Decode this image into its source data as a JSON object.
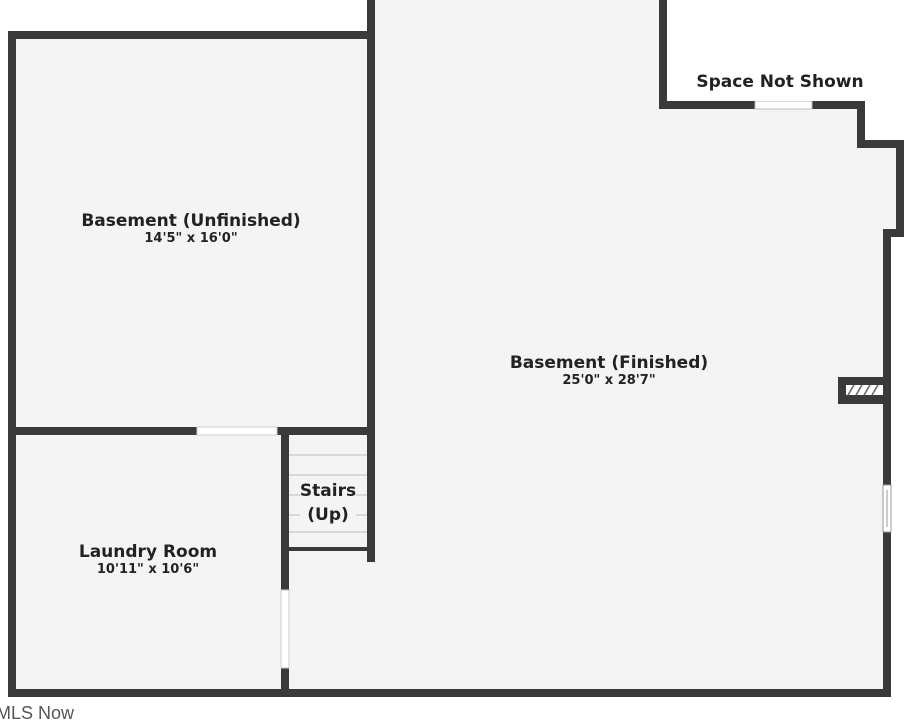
{
  "colors": {
    "wall": "#3a3a3a",
    "floor": "#f4f4f4",
    "background": "#ffffff"
  },
  "rooms": [
    {
      "name": "Basement (Unfinished)",
      "dimensions": "14'5\" x 16'0\""
    },
    {
      "name": "Basement (Finished)",
      "dimensions": "25'0\" x 28'7\""
    },
    {
      "name": "Laundry Room",
      "dimensions": "10'11\" x 10'6\""
    },
    {
      "name": "Stairs\n(Up)"
    }
  ],
  "stairs_lines": [
    "Stairs",
    "(Up)"
  ],
  "space_not_shown": "Space Not Shown",
  "watermark": "MLS Now"
}
